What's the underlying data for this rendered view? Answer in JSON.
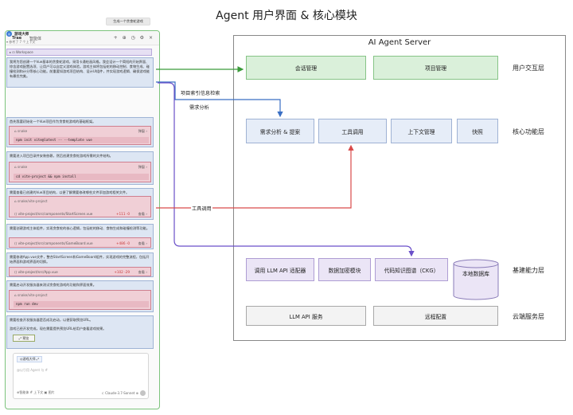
{
  "title": "Agent 用户界面 & 核心模块",
  "panel": {
    "header_tab1": "Trae",
    "header_tab2": "智能体",
    "header_icons": "+ ⊕ ◷ ⚙ ×",
    "generate_button": "生成一个贪食蛇游戏",
    "bot_name": "游戏大师",
    "bot_avatar": "◎",
    "ref_note": "▾ 参考了 7 个上下文",
    "workspace": "▸ ⊡ Workspace",
    "intro": "我将为您创建一个Vue基本的贪食蛇游戏，采用卡通绘画风格。我会设计一个简短的开始界面、惊含游戏配置选项、让用户可以自定义游戏体验。游戏主体将包括蛇的移动控制、食物生成、碰撞检测和计分等核心功能。前重要如游戏项目结构、设计UI组件，并实现游戏逻辑、确保游戏能有最优完美。",
    "step1_text": "首先我要初始化一个Vue项目作为贪食蛇游戏的基础框架。",
    "term1_label": "⌂ snake",
    "term1_action": "弹窗 ›",
    "term1_code": "npm init vite@latest -- --template vue",
    "step2_text": "需要进入项目目录并安装依赖，然后创建贪食蛇游戏所需的文件结构。",
    "term2_label": "⌂ snake",
    "term2_action": "弹窗 ›",
    "term2_code": "cd vite-project && npm install",
    "step3_text": "需要查看已创建的Vue项目结构，以便了解需要修改哪些文件添加游戏相关文件。",
    "view3_label": "⌂ snake/vite-project",
    "file3_path": "⟨⟩ vite-project/src/components/StartScreen.vue",
    "file3_delta": "+111 -0",
    "file3_action": "查看 ›",
    "step4_text": "需要创建游戏主体组件，实现贪食蛇的核心逻辑，包括蛇的移动、食物生成和碰撞检测等功能。",
    "file4_path": "⟨⟩ vite-project/src/components/GameBoard.vue",
    "file4_delta": "+486 -0",
    "file4_action": "查看 ›",
    "step5_text": "需要修改App.vue文件，整合StartScreen和GameBoard组件，实现游戏的完整流程，包括开始界面和游戏界面的切换。",
    "file5_path": "⟨⟩ vite-project/src/App.vue",
    "file5_delta": "+102 -29",
    "file5_action": "查看 ›",
    "step6_text": "需要启动开发服务器来测试贪食蛇游戏的功能和界面效果。",
    "term6_label": "⌂ snake/vite-project",
    "term6_code": "npm run dev",
    "step7_text1": "需要检查开发服务器是否成功启动，以便获取预览URL。",
    "step7_text2": "游戏已经开发完成，现在需要提供预览URL给用户查看游戏效果。",
    "fix_button": "⤢ 预览",
    "composer_tag": "◎游戏大师  ⤢",
    "composer_placeholder": "@以引用 Agent 与 #",
    "composer_tools": "⊕智能体   # 上下文   ▣ 图片",
    "composer_model": "⊂ Claude-3.7-Sonnet  ⊕"
  },
  "server": {
    "title": "AI Agent Server",
    "nodes": {
      "session": "会话管理",
      "project": "项目管理",
      "analysis": "需求分析 & 提案",
      "tools": "工具调用",
      "context": "上下文管理",
      "snapshot": "快照",
      "llm_adapter": "调用 LLM API 适配器",
      "encrypt": "数据加密模块",
      "ckg": "代码知识图谱（CKG）",
      "localdb": "本地数据库",
      "llm_service": "LLM API 服务",
      "remote_config": "远程配置"
    },
    "layers": {
      "interaction": "用户交互层",
      "core": "核心功能层",
      "base": "基建能力层",
      "cloud": "云端服务层"
    }
  },
  "edges": {
    "index_search": "项目索引信息检索",
    "req_analysis": "需求分析",
    "tool_call": "工具调用"
  },
  "colors": {
    "green_edge": "#3a9a3a",
    "blue_edge": "#3a6fc4",
    "red_edge": "#d94a4a",
    "purple_edge": "#6a4fc9"
  }
}
